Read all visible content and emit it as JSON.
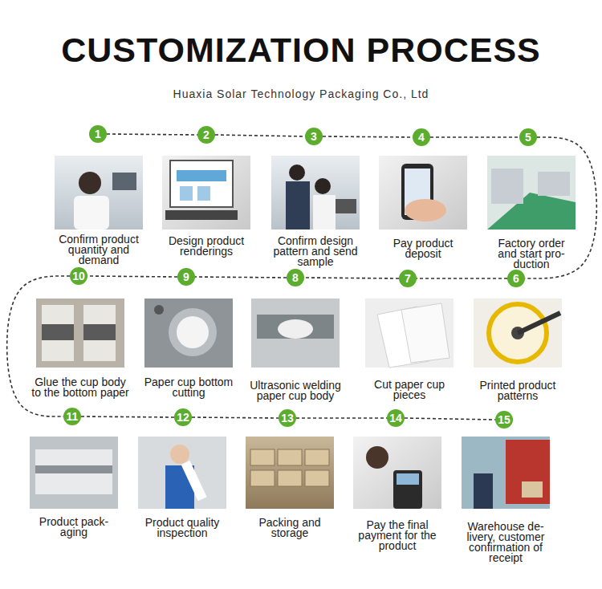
{
  "diagram": {
    "title": "CUSTOMIZATION PROCESS",
    "nodes": [
      {
        "text": [
          "1"
        ]
      },
      {
        "text": [
          "2"
        ]
      },
      {
        "text": [
          "3"
        ]
      },
      {
        "text": [
          "4"
        ]
      },
      {
        "text": [
          "5"
        ]
      },
      {
        "text": [
          "6"
        ]
      },
      {
        "text": [
          "7"
        ]
      },
      {
        "text": [
          "8"
        ]
      },
      {
        "text": [
          "9"
        ]
      },
      {
        "text": [
          "10"
        ]
      },
      {
        "text": [
          "11"
        ]
      },
      {
        "text": [
          "12"
        ]
      },
      {
        "text": [
          "13"
        ]
      },
      {
        "text": [
          "14"
        ]
      },
      {
        "text": [
          "15"
        ]
      }
    ],
    "edges": [
      {
        "from": 0,
        "to": 1,
        "arrow": "none"
      },
      {
        "from": 1,
        "to": 2,
        "arrow": "none"
      },
      {
        "from": 2,
        "to": 3,
        "arrow": "none"
      },
      {
        "from": 3,
        "to": 4,
        "arrow": "none"
      },
      {
        "from": 4,
        "to": 5,
        "arrow": "none"
      },
      {
        "from": 5,
        "to": 6,
        "arrow": "none"
      },
      {
        "from": 6,
        "to": 7,
        "arrow": "none"
      },
      {
        "from": 7,
        "to": 8,
        "arrow": "none"
      },
      {
        "from": 8,
        "to": 9,
        "arrow": "none"
      },
      {
        "from": 9,
        "to": 10,
        "arrow": "none"
      },
      {
        "from": 10,
        "to": 11,
        "arrow": "none"
      },
      {
        "from": 11,
        "to": 12,
        "arrow": "none"
      },
      {
        "from": 12,
        "to": 13,
        "arrow": "none"
      },
      {
        "from": 13,
        "to": 14,
        "arrow": "none"
      }
    ],
    "labels": [
      "Huaxia Solar Technology Packaging Co., Ltd",
      "Confirm product quantity and demand",
      "Design product renderings",
      "Confirm design pattern and send sample",
      "Pay product deposit",
      "Factory order and start pro- duction",
      "Printed product patterns",
      "Cut paper cup pieces",
      "Ultrasonic welding paper cup body",
      "Paper cup bottom cutting",
      "Glue the cup body to the bottom paper",
      "Product pack- aging",
      "Product quality inspection",
      "Packing and storage",
      "Pay the final payment for the product",
      "Warehouse de- livery, customer confirmation of receipt"
    ]
  }
}
